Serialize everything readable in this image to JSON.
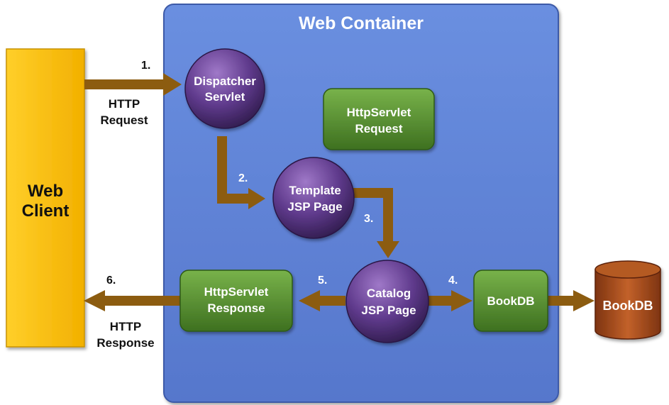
{
  "web_container": {
    "title": "Web Container"
  },
  "web_client": {
    "line1": "Web",
    "line2": "Client"
  },
  "nodes": {
    "dispatcher": {
      "line1": "Dispatcher",
      "line2": "Servlet"
    },
    "template": {
      "line1": "Template",
      "line2": "JSP Page"
    },
    "catalog": {
      "line1": "Catalog",
      "line2": "JSP Page"
    },
    "request": {
      "line1": "HttpServlet",
      "line2": "Request"
    },
    "response": {
      "line1": "HttpServlet",
      "line2": "Response"
    },
    "bookdb_bean": {
      "label": "BookDB"
    },
    "bookdb_db": {
      "label": "BookDB"
    }
  },
  "steps": {
    "s1": "1.",
    "s2": "2.",
    "s3": "3.",
    "s4": "4.",
    "s5": "5.",
    "s6": "6."
  },
  "labels": {
    "http_request": {
      "line1": "HTTP",
      "line2": "Request"
    },
    "http_response": {
      "line1": "HTTP",
      "line2": "Response"
    }
  },
  "colors": {
    "container": "#5c82d6",
    "client": "#f7bb00",
    "circle": "#5f3a8c",
    "box": "#4e8a2a",
    "arrow": "#8c5c10",
    "db": "#a2481a"
  }
}
